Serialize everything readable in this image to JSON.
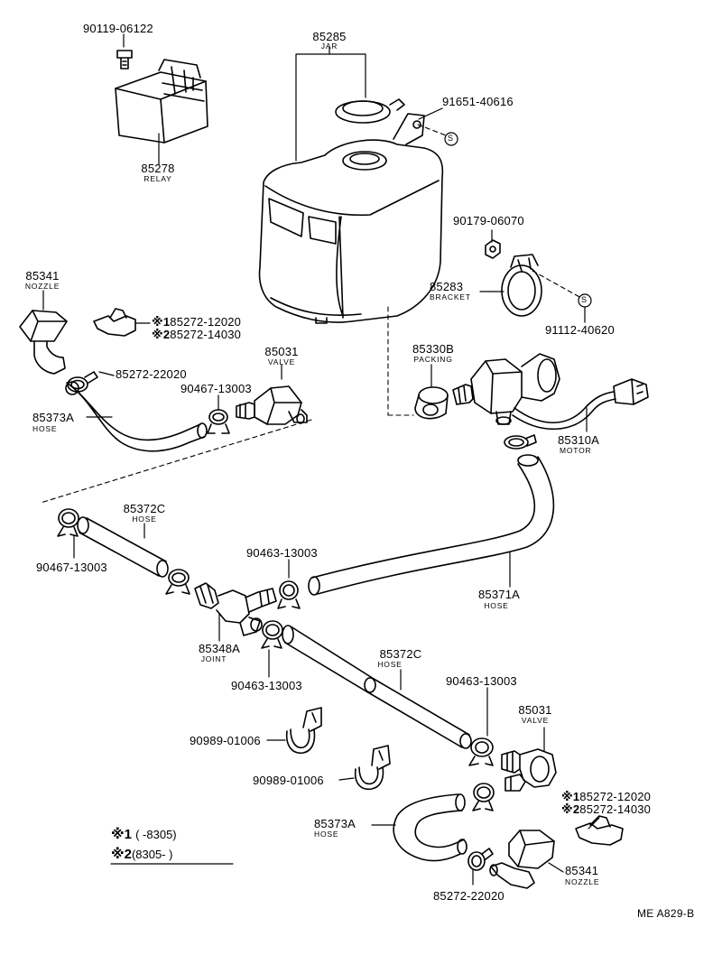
{
  "parts": {
    "bolt_90119": "90119-06122",
    "relay": {
      "number": "85278",
      "name": "RELAY"
    },
    "jar": {
      "number": "85285",
      "name": "JAR"
    },
    "cap_91651": "91651-40616",
    "nut_90179": "90179-06070",
    "bracket": {
      "number": "85283",
      "name": "BRACKET"
    },
    "bolt_91112": "91112-40620",
    "nozzle_top": {
      "number": "85341",
      "name": "NOZZLE"
    },
    "clip_top": {
      "star1": "※1",
      "num1": "85272-12020",
      "star2": "※2",
      "num2": "85272-14030"
    },
    "clamp_22020_top": "85272-22020",
    "valve_top": {
      "number": "85031",
      "name": "VALVE"
    },
    "clamp_90467_top": "90467-13003",
    "hose_top": {
      "number": "85373A",
      "name": "HOSE"
    },
    "packing": {
      "number": "85330B",
      "name": "PACKING"
    },
    "motor": {
      "number": "85310A",
      "name": "MOTOR"
    },
    "hose_c_upper": {
      "number": "85372C",
      "name": "HOSE"
    },
    "clamp_90467_left": "90467-13003",
    "clamp_90463_a": "90463-13003",
    "hose_long": {
      "number": "85371A",
      "name": "HOSE"
    },
    "joint": {
      "number": "85348A",
      "name": "JOINT"
    },
    "clamp_90463_b": "90463-13003",
    "hose_c_lower": {
      "number": "85372C",
      "name": "HOSE"
    },
    "clamp_90463_c": "90463-13003",
    "valve_bottom": {
      "number": "85031",
      "name": "VALVE"
    },
    "clip_90989_a": "90989-01006",
    "clip_90989_b": "90989-01006",
    "clip_bottom": {
      "star1": "※1",
      "num1": "85272-12020",
      "star2": "※2",
      "num2": "85272-14030"
    },
    "hose_bottom": {
      "number": "85373A",
      "name": "HOSE"
    },
    "nozzle_bottom": {
      "number": "85341",
      "name": "NOZZLE"
    },
    "clamp_22020_bottom": "85272-22020",
    "s_mark": "S"
  },
  "legend": {
    "row1_mark": "※1",
    "row1_range": "(       -8305)",
    "row2_mark": "※2",
    "row2_range": "(8305-         )"
  },
  "reference": "ME A829-B"
}
